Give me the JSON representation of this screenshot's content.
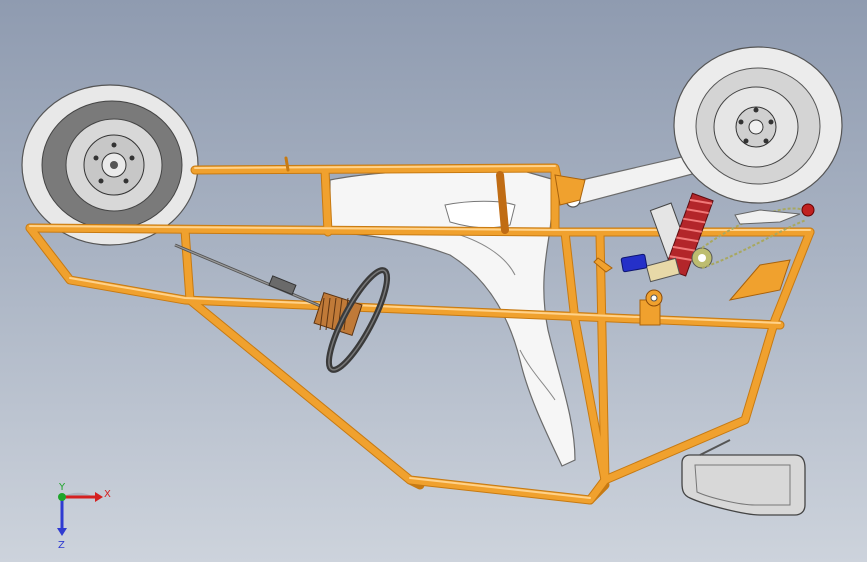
{
  "viewport": {
    "background_top": "#8f9bb0",
    "background_bottom": "#cdd3dc"
  },
  "model": {
    "frame_color": "#f0a12e",
    "frame_shadow": "#c77a12",
    "body_color": "#f4f4f4",
    "tire_color": "#eeeeee",
    "rim_color": "#cfcfcf",
    "shock_spring_color": "#b3262a",
    "actuator_color": "#2530c8",
    "seat_color": "#dcdcdc",
    "icons": [
      "front-wheel",
      "rear-wheel",
      "steering-wheel",
      "shock-absorber",
      "seat-pan"
    ]
  },
  "triad": {
    "x_label": "X",
    "y_label": "Y",
    "z_label": "Z",
    "x_color": "#d42020",
    "y_color": "#1fa52b",
    "z_color": "#2f3bd1"
  }
}
